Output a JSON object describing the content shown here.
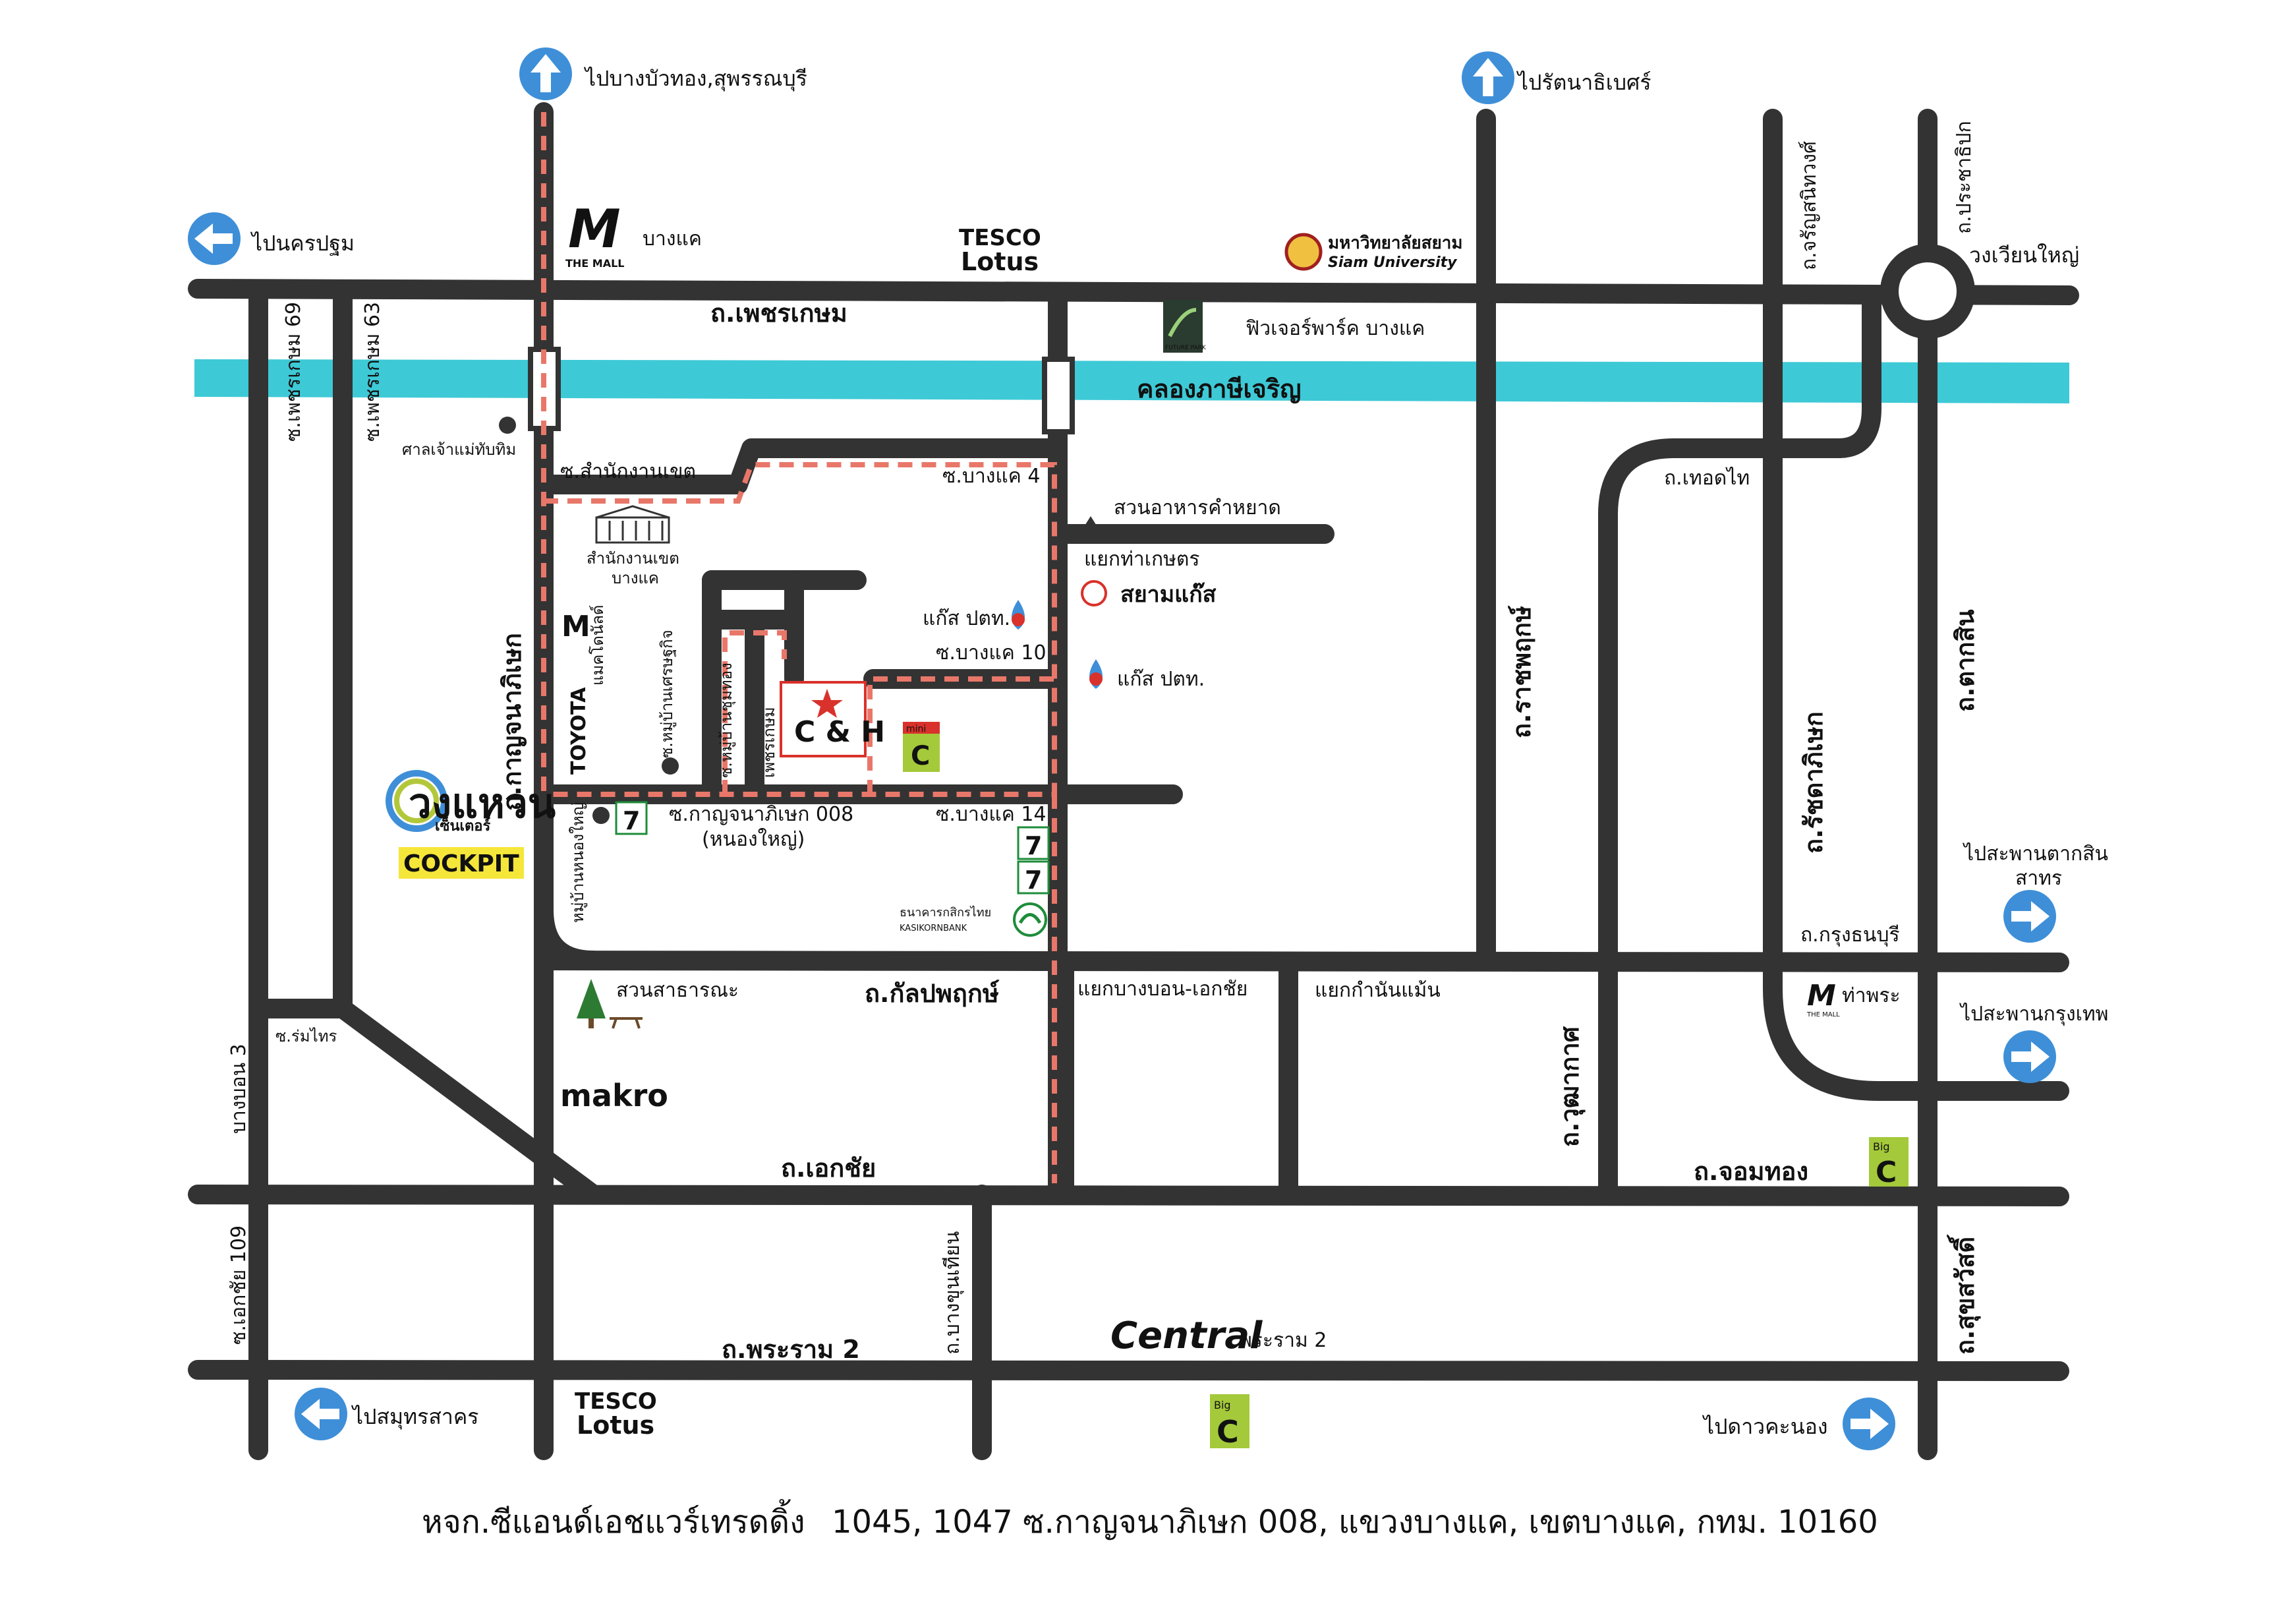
{
  "roads": {
    "phetkasem": "ถ.เพชรเกษม",
    "kalpaphruek": "ถ.กัลปพฤกษ์",
    "ekachai": "ถ.เอกชัย",
    "rama2": "ถ.พระราม 2",
    "kanchanaphisek": "ถ.กาญจนาภิเษก",
    "ratchaphruek": "ถ.ราชพฤกษ์",
    "ratchadaphisek": "ถ.รัชดาภิเษก",
    "taksin": "ถ.ตากสิน",
    "sukhumvit": "ถ.สุขสวัสดิ์",
    "wutthakat": "ถ.วุฒากาศ",
    "bangkhunthian": "ถ.บางขุนเทียน",
    "jomthong": "ถ.จอมทอง",
    "krungthonburi": "ถ.กรุงธนบุรี",
    "thoetthai": "ถ.เทอดไท",
    "charansanitwong": "ถ.จรัญสนิทวงศ์",
    "prachathipok": "ถ.ประชาธิปก",
    "phetkasem69": "ซ.เพชรเกษม 69",
    "phetkasem63": "ซ.เพชรเกษม 63",
    "ekachai109": "ซ.เอกชัย 109",
    "bangbon3": "บางบอน 3",
    "romsai": "ซ.ร่มไทร",
    "samnakngankhet": "ซ.สำนักงานเขต",
    "bangkhae4": "ซ.บางแค 4",
    "bangkhae10": "ซ.บางแค 10",
    "bangkhae14": "ซ.บางแค 14",
    "kanchana008_a": "ซ.กาญจนาภิเษก 008",
    "kanchana008_b": "(หนองใหญ่)",
    "moobaan_krit": "ซ.หมู่บ้านเศรษฐกิจ",
    "moobaan_chum": "ซ.หมู่บ้านชุมทอง",
    "phetkasem_side": "เพชรเกษม",
    "nongyai": "หมู่บ้านหนองใหญ่",
    "khlong": "คลองภาษีเจริญ"
  },
  "directions": {
    "up_left": "ไปบางบัวทอง,สุพรรณบุรี",
    "up_right": "ไปรัตนาธิเบศร์",
    "left": "ไปนครปฐม",
    "right_taksin_a": "ไปสะพานตากสิน",
    "right_taksin_b": "สาทร",
    "right_krungthep": "ไปสะพานกรุงเทพ",
    "bottom_left": "ไปสมุทรสาคร",
    "bottom_right": "ไปดาวคะนอง"
  },
  "places": {
    "mall_bangkhae": "บางแค",
    "mall_small": "THE MALL",
    "tesco_a": "TESCO",
    "tesco_b": "Lotus",
    "siam_uni_a": "มหาวิทยาลัยสยาม",
    "siam_uni_b": "Siam University",
    "futurepark": "ฟิวเจอร์พาร์ค บางแค",
    "futurepark_logo": "FUTURE PARK",
    "shrine": "ศาลเจ้าแม่ทับทิม",
    "district_office_a": "สำนักงานเขต",
    "district_office_b": "บางแค",
    "mcd": "แมคโดนัลด์",
    "toyota": "TOYOTA",
    "restaurant": "สวนอาหารคำหยาด",
    "kaset_junction": "แยกท่าเกษตร",
    "siamgas": "สยามแก๊ส",
    "ptt1": "แก๊ส ปตท.",
    "ptt2": "แก๊ส ปตท.",
    "ch_logo": "C & H",
    "mini_c": "mini",
    "wongwaen": "วงแหวน",
    "wongwaen_sub": "เซ็นเตอร์",
    "cockpit": "COCKPIT",
    "bank_a": "ธนาคารกสิกรไทย",
    "bank_b": "KASIKORNBANK",
    "park": "สวนสาธารณะ",
    "makro": "makro",
    "junction_bangbon": "แยกบางบอน-เอกชัย",
    "junction_kamnan": "แยกกำนันแม้น",
    "thaphra": "ท่าพระ",
    "roundabout": "วงเวียนใหญ่",
    "bigc": "Big",
    "central": "Central",
    "central_branch": "พระราม 2"
  },
  "footer": {
    "company": "หจก.ซีแอนด์เอชแวร์เทรดดิ้ง",
    "address": "1045, 1047 ซ.กาญจนาภิเษก 008, แขวงบางแค, เขตบางแค, กทม. 10160"
  },
  "colors": {
    "road": "#333333",
    "canal": "#3ec9d6",
    "route": "#e8776a",
    "arrow": "#3e8fd8",
    "brand_red": "#d9312b",
    "lotus_green": "#1e8c3a"
  }
}
